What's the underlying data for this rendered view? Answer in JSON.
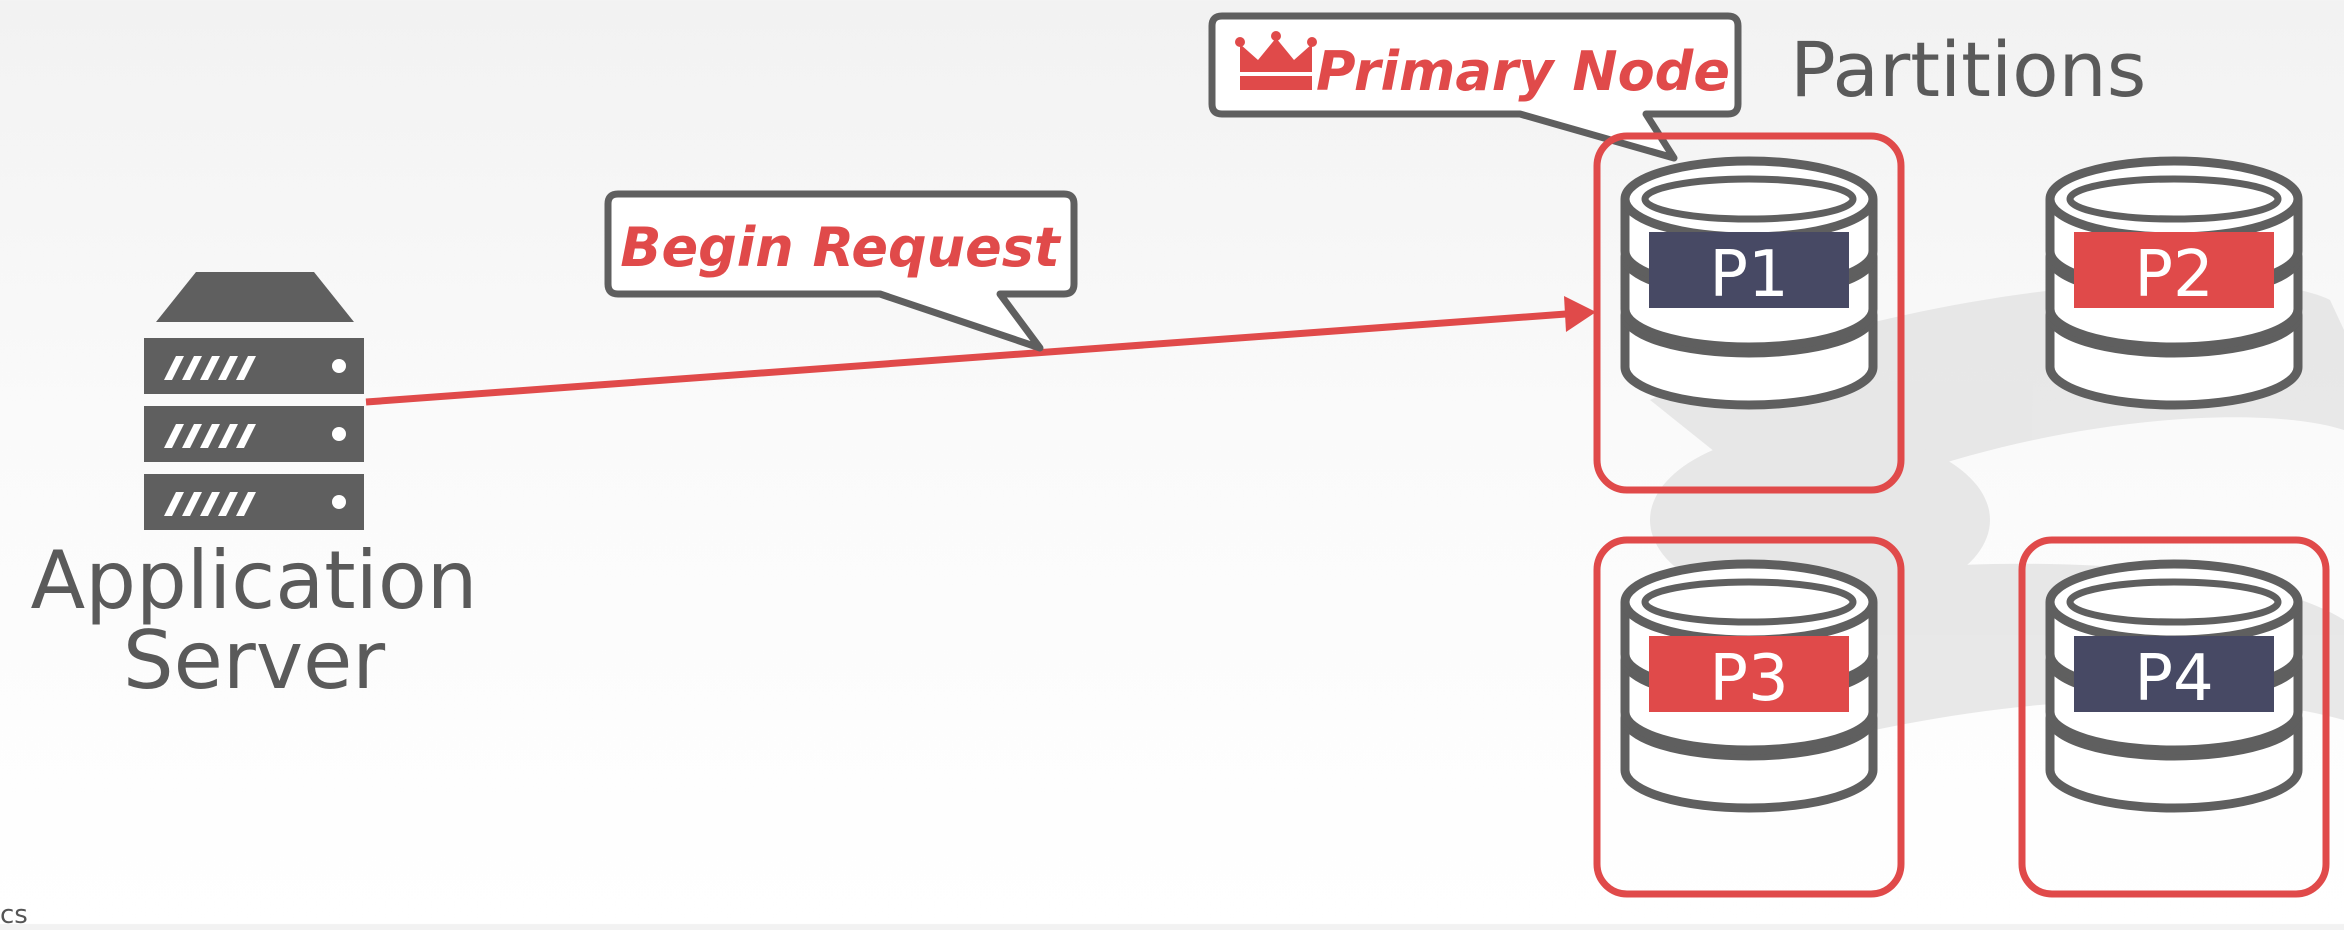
{
  "application_server": {
    "line1": "Application",
    "line2": "Server"
  },
  "partitions_title": "Partitions",
  "callouts": {
    "begin_request": "Begin Request",
    "primary_node": "Primary Node"
  },
  "partitions": [
    {
      "id": "p1",
      "label": "P1",
      "color": "#474964",
      "highlighted": true
    },
    {
      "id": "p2",
      "label": "P2",
      "color": "#e04a4a",
      "highlighted": false
    },
    {
      "id": "p3",
      "label": "P3",
      "color": "#e04a4a",
      "highlighted": true
    },
    {
      "id": "p4",
      "label": "P4",
      "color": "#474964",
      "highlighted": true
    }
  ],
  "colors": {
    "accent_red": "#e04a4a",
    "dark_gray": "#5f5f5f",
    "navy": "#474964"
  },
  "icons": [
    "server-rack-icon",
    "crown-icon",
    "database-icon",
    "request-arrow"
  ],
  "footer_fragment": "cs"
}
